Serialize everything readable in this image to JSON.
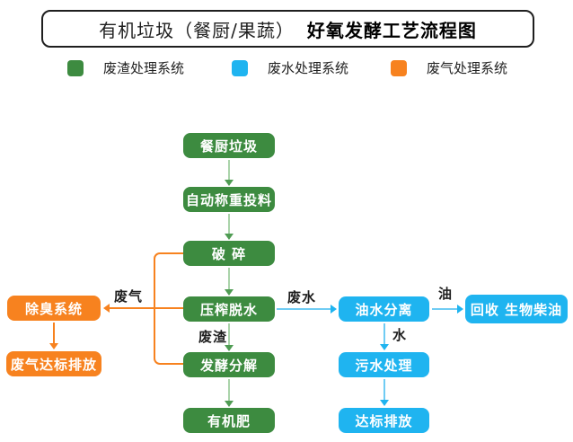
{
  "title": {
    "normal": "有机垃圾（餐厨/果蔬）",
    "bold": "好氧发酵工艺流程图"
  },
  "legend": [
    {
      "label": "废渣处理系统",
      "color": "#3d8b40"
    },
    {
      "label": "废水处理系统",
      "color": "#1fb4f0"
    },
    {
      "label": "废气处理系统",
      "color": "#f7821f"
    }
  ],
  "nodes": {
    "kitchen_waste": "餐厨垃圾",
    "auto_weighing": "自动称重投料",
    "crushing": "破 碎",
    "press_dewatering": "压榨脱水",
    "fermentation": "发酵分解",
    "organic_fertilizer": "有机肥",
    "deodorization": "除臭系统",
    "gas_standard_discharge": "废气达标排放",
    "oil_water_separation": "油水分离",
    "sewage_treatment": "污水处理",
    "standard_discharge": "达标排放",
    "biodiesel_recovery": "回收 生物柴油"
  },
  "edge_labels": {
    "waste_gas": "废气",
    "waste_residue": "废渣",
    "waste_water": "废水",
    "oil": "油",
    "water": "水"
  },
  "colors": {
    "residue_system_green": "#3d8b40",
    "water_system_blue": "#1fb4f0",
    "gas_system_orange": "#f7821f",
    "green_arrow_line": "#aad4aa",
    "blue_arrow_line": "#6fccf4",
    "title_border": "#1f1f1f"
  }
}
